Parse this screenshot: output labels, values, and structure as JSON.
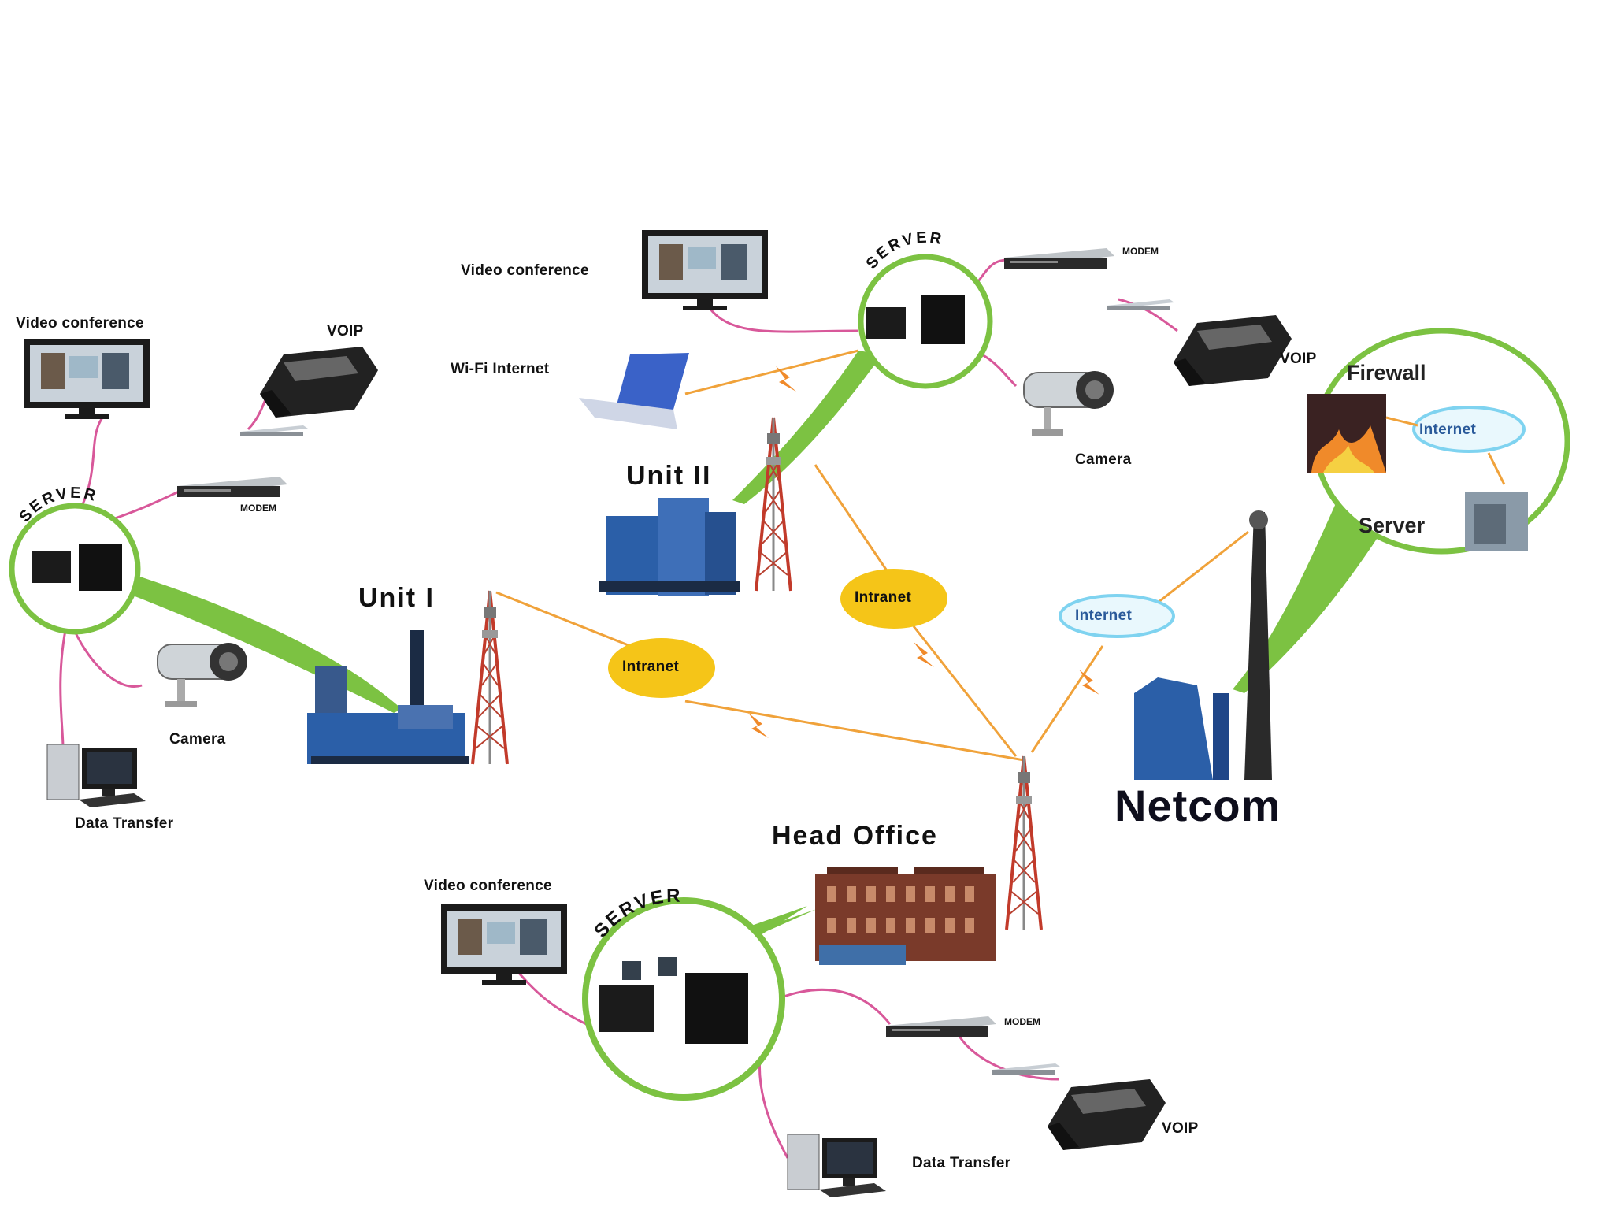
{
  "colors": {
    "bubble_green": "#7cc242",
    "cable_pink": "#d8589a",
    "link_orange": "#f0a23a",
    "intranet_yellow": "#f5c518",
    "internet_blue": "#7fd3f0",
    "building_blue": "#2b5fa8",
    "tower_red": "#c23a2a"
  },
  "head_office": {
    "title": "Head Office",
    "server": "SERVER",
    "video": "Video conference",
    "voip": "VOIP",
    "data": "Data Transfer",
    "modem": "MODEM"
  },
  "unit1": {
    "title": "Unit I",
    "server": "SERVER",
    "video": "Video conference",
    "voip": "VOIP",
    "camera": "Camera",
    "data": "Data Transfer",
    "modem": "MODEM"
  },
  "unit2": {
    "title": "Unit II",
    "server": "SERVER",
    "video": "Video conference",
    "wifi": "Wi-Fi Internet",
    "voip": "VOIP",
    "camera": "Camera",
    "modem": "MODEM"
  },
  "netcom": {
    "title": "Netcom",
    "firewall": "Firewall",
    "internet": "Internet",
    "server": "Server"
  },
  "links": {
    "intranet_1": "Intranet",
    "intranet_2": "Intranet",
    "internet": "Internet"
  },
  "icons": [
    "server-icon",
    "monitor-icon",
    "phone-icon",
    "camera-icon",
    "computer-icon",
    "modem-icon",
    "laptop-icon",
    "tower-icon",
    "building-icon",
    "firewall-icon",
    "lightning-icon"
  ]
}
